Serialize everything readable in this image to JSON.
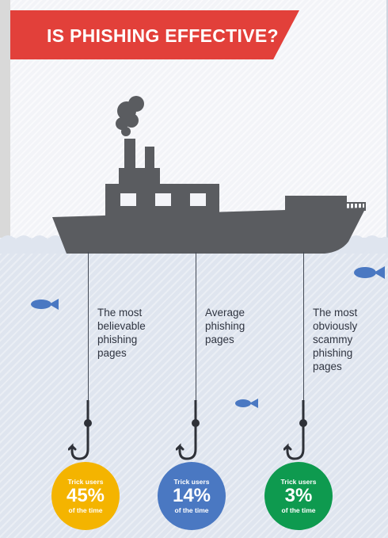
{
  "title": "IS PHISHING EFFECTIVE?",
  "colors": {
    "banner": "#e2403a",
    "ship": "#5a5c60",
    "fish": "#4a78c2",
    "circle_yellow": "#f4b400",
    "circle_blue": "#4a78c2",
    "circle_green": "#0e9a4f"
  },
  "hooks": [
    {
      "label": "The most believable phishing pages",
      "stat_top": "Trick users",
      "stat_value": "45%",
      "stat_bottom": "of the time",
      "color": "#f4b400"
    },
    {
      "label": "Average phishing pages",
      "stat_top": "Trick users",
      "stat_value": "14%",
      "stat_bottom": "of the time",
      "color": "#4a78c2"
    },
    {
      "label": "The most obviously scammy phishing pages",
      "stat_top": "Trick users",
      "stat_value": "3%",
      "stat_bottom": "of the time",
      "color": "#0e9a4f"
    }
  ],
  "icons": [
    "ship-icon",
    "fish-icon",
    "fishing-hook-icon",
    "smoke-icon"
  ]
}
